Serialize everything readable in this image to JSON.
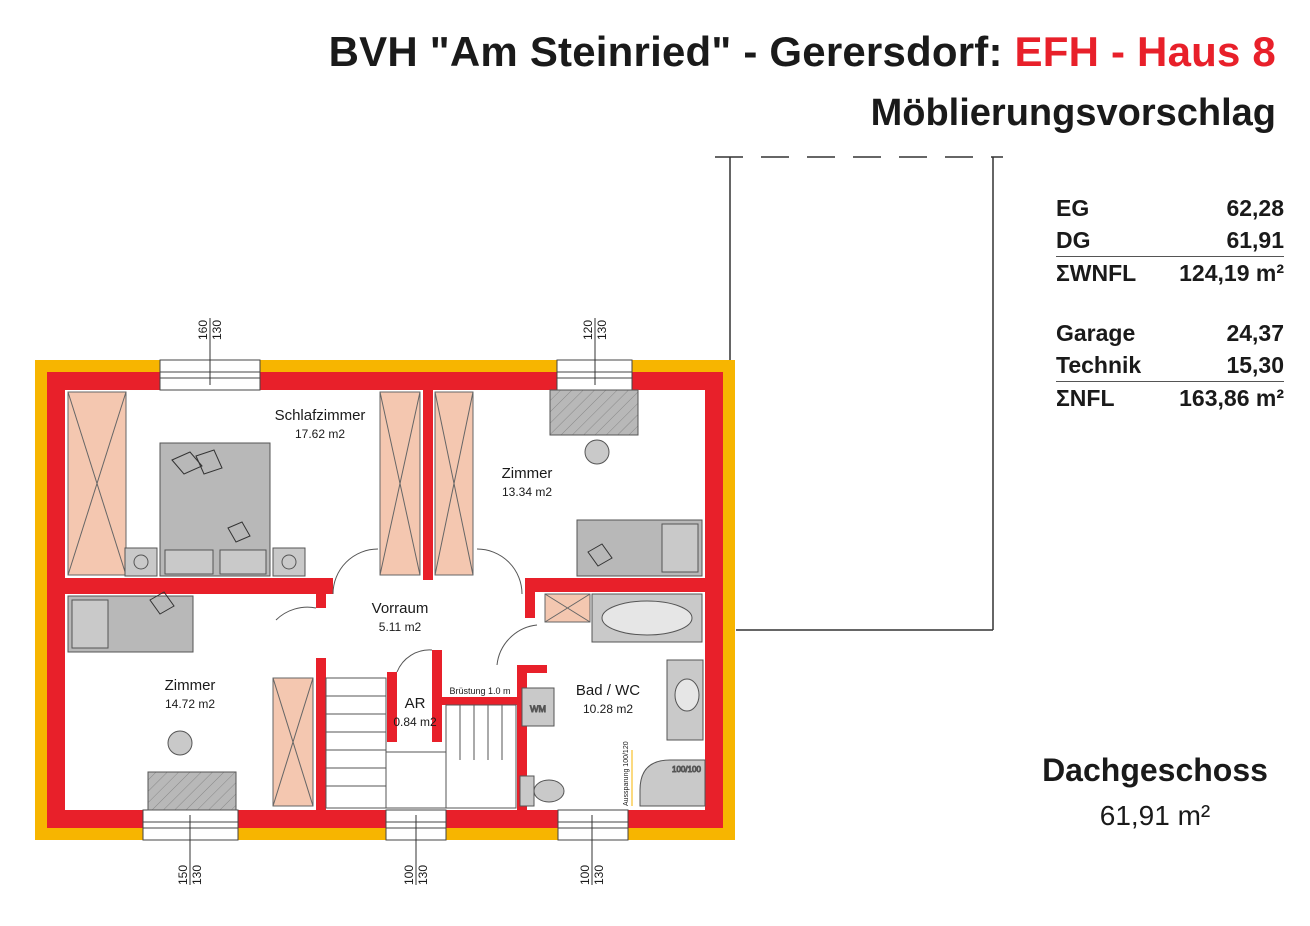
{
  "header": {
    "title_black": "BVH \"Am Steinried\" - Gerersdorf:",
    "title_red": "EFH - Haus 8",
    "subtitle": "Möblierungsvorschlag"
  },
  "areas": {
    "rows1": [
      {
        "label": "EG",
        "value": "62,28"
      },
      {
        "label": "DG",
        "value": "61,91"
      }
    ],
    "sum1": {
      "label": "ΣWNFL",
      "value": "124,19 m²"
    },
    "rows2": [
      {
        "label": "Garage",
        "value": "24,37"
      },
      {
        "label": "Technik",
        "value": "15,30"
      }
    ],
    "sum2": {
      "label": "ΣNFL",
      "value": "163,86 m²"
    }
  },
  "floor": {
    "name": "Dachgeschoss",
    "area": "61,91 m²"
  },
  "rooms": {
    "schlafzimmer": {
      "name": "Schlafzimmer",
      "area": "17.62 m2"
    },
    "zimmer_ne": {
      "name": "Zimmer",
      "area": "13.34 m2"
    },
    "vorraum": {
      "name": "Vorraum",
      "area": "5.11 m2"
    },
    "zimmer_sw": {
      "name": "Zimmer",
      "area": "14.72 m2"
    },
    "ar": {
      "name": "AR",
      "area": "0.84 m2"
    },
    "bad": {
      "name": "Bad / WC",
      "area": "10.28 m2"
    }
  },
  "annotations": {
    "bruestung": "Brüstung 1.0 m",
    "wm": "WM",
    "shower": "100/100",
    "aussparung": "Aussparung 100/120"
  },
  "dimensions": {
    "top_left": [
      "160",
      "130"
    ],
    "top_right": [
      "120",
      "130"
    ],
    "bottom_left": [
      "150",
      "130"
    ],
    "bottom_mid": [
      "100",
      "130"
    ],
    "bottom_right": [
      "100",
      "130"
    ]
  },
  "colors": {
    "wall_red": "#e8202a",
    "insulation_yellow": "#f7b500",
    "furniture_gray": "#b8b8b8",
    "wardrobe_pink": "#f4c7b0"
  }
}
